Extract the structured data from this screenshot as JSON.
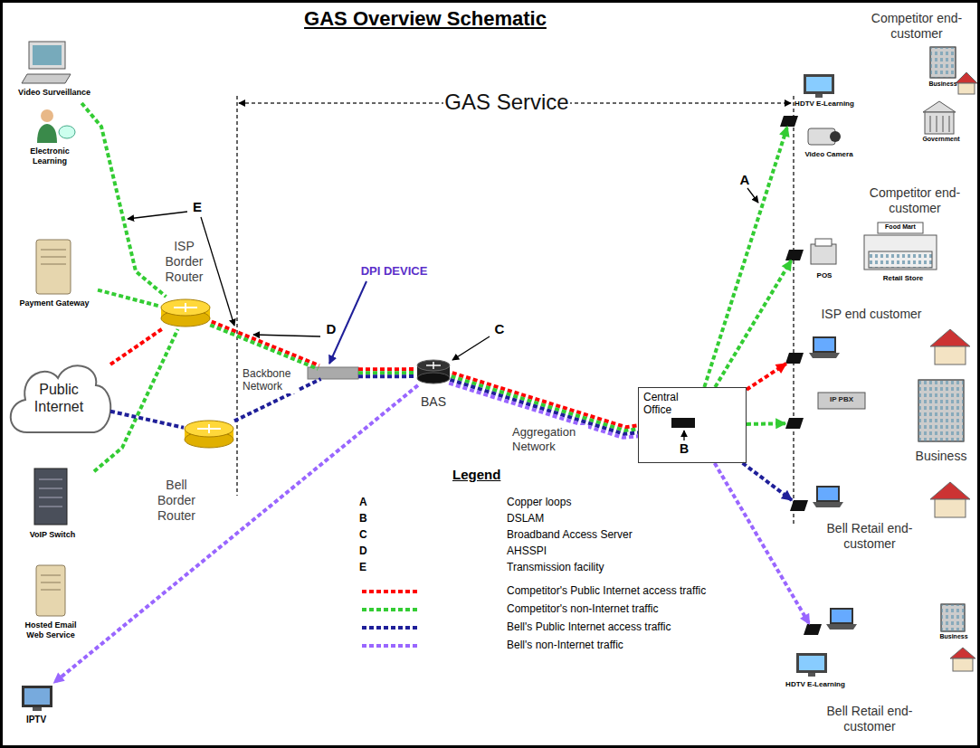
{
  "diagram": {
    "title": "GAS Overview Schematic",
    "nodes": [
      {
        "text": [
          "Video Surveillance"
        ]
      },
      {
        "text": [
          "Electronic Learning"
        ]
      },
      {
        "text": [
          "Payment Gateway"
        ]
      },
      {
        "text": [
          "Public Internet"
        ]
      },
      {
        "text": [
          "VoIP Switch"
        ]
      },
      {
        "text": [
          "Hosted Email Web Service"
        ]
      },
      {
        "text": [
          "IPTV"
        ]
      },
      {
        "text": [
          "ISP Border Router"
        ]
      },
      {
        "text": [
          "Bell Border Router"
        ]
      },
      {
        "text": [
          "DPI DEVICE"
        ]
      },
      {
        "text": [
          "BAS"
        ]
      },
      {
        "text": [
          "Central Office"
        ]
      },
      {
        "text": [
          "Competitor end-customer",
          "HDTV E-Learning",
          "Video Camera",
          "Business",
          "Government"
        ]
      },
      {
        "text": [
          "Competitor end-customer",
          "POS",
          "Food Mart",
          "Retail Store"
        ]
      },
      {
        "text": [
          "ISP end customer"
        ]
      },
      {
        "text": [
          "IP PBX",
          "Business"
        ]
      },
      {
        "text": [
          "Bell Retail end-customer"
        ]
      },
      {
        "text": [
          "HDTV E-Learning",
          "Business",
          "Bell Retail end-customer"
        ]
      }
    ],
    "edges": [
      {
        "from": 0,
        "to": 7,
        "arrow": "none"
      },
      {
        "from": 2,
        "to": 7,
        "arrow": "none"
      },
      {
        "from": 3,
        "to": 7,
        "arrow": "none"
      },
      {
        "from": 4,
        "to": 7,
        "arrow": "none"
      },
      {
        "from": 3,
        "to": 8,
        "arrow": "none"
      },
      {
        "from": 7,
        "to": 9,
        "arrow": "none"
      },
      {
        "from": 8,
        "to": 9,
        "arrow": "none"
      },
      {
        "from": 9,
        "to": 10,
        "arrow": "none"
      },
      {
        "from": 10,
        "to": 11,
        "arrow": "none"
      },
      {
        "from": 10,
        "to": 6,
        "arrow": "to"
      },
      {
        "from": 11,
        "to": 12,
        "arrow": "to"
      },
      {
        "from": 11,
        "to": 13,
        "arrow": "to"
      },
      {
        "from": 11,
        "to": 14,
        "arrow": "to"
      },
      {
        "from": 11,
        "to": 15,
        "arrow": "to"
      },
      {
        "from": 11,
        "to": 16,
        "arrow": "to"
      },
      {
        "from": 11,
        "to": 17,
        "arrow": "to"
      }
    ],
    "labels": [
      "GAS Service",
      "A",
      "B",
      "C",
      "D",
      "E",
      "Backbone Network",
      "Aggregation Network",
      "Legend",
      "A",
      "B",
      "C",
      "D",
      "E"
    ],
    "legend": [
      {
        "text": "Copper loops"
      },
      {
        "text": "DSLAM"
      },
      {
        "text": "Broadband Access Server"
      },
      {
        "text": "AHSSPI"
      },
      {
        "text": "Transmission facility"
      },
      {
        "text": "Competitor's Public Internet access traffic",
        "color": "#ff0000"
      },
      {
        "text": "Competitor's non-Internet traffic",
        "color": "#33cc33"
      },
      {
        "text": "Bell's Public Internet access traffic",
        "color": "#1f1f99"
      },
      {
        "text": "Bell's non-Internet traffic",
        "color": "#9966ff"
      }
    ]
  }
}
